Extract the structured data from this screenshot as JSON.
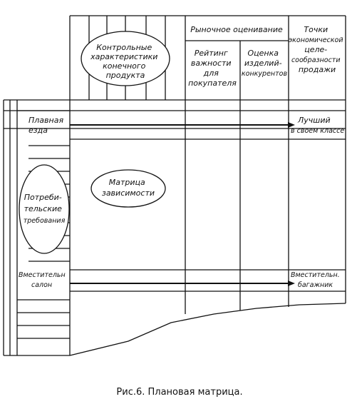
{
  "top_header": {
    "left_ellipse_text": [
      "Контрольные",
      "характеристики",
      "конечного",
      "продукта"
    ],
    "market_group_label": "Рыночное оценивание",
    "market_col1_lines": [
      "Рейтинг",
      "важности",
      "для",
      "покупателя"
    ],
    "market_col2_lines": [
      "Оценка",
      "изделий-",
      "конкурентов"
    ],
    "target_lines": [
      "Точки",
      "экономической",
      "целе-",
      "сообразности",
      "продажи"
    ]
  },
  "left_side": {
    "row_plavnaya_lines": [
      "Плавная",
      "езда"
    ],
    "requirements_ellipse": [
      "Потреби-",
      "тельские",
      "требования"
    ],
    "row_salon_lines": [
      "Вместительн",
      "салон"
    ]
  },
  "center": {
    "matrix_lines": [
      "Матрица",
      "зависимости"
    ]
  },
  "right_side": {
    "target_best_lines": [
      "Лучший",
      "в своем классе"
    ],
    "target_trunk_lines": [
      "Вместительн.",
      "багажник"
    ]
  },
  "caption": "Рис.6. Плановая матрица."
}
